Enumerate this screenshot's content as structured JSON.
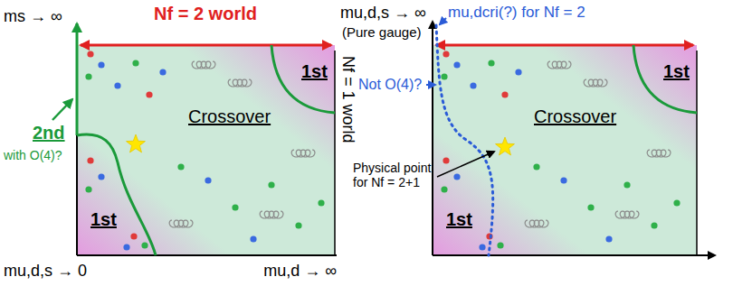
{
  "diagram": {
    "labels": [
      "Nf = 2 world",
      "ms → ∞",
      "mu,d,s → ∞",
      "(Pure gauge)",
      "Nf = 1 world",
      "2nd",
      "with O(4)?",
      "1st",
      "Crossover",
      "1st",
      "mu,d,s → 0",
      "mu,d → ∞",
      "mu,dcri(?) for Nf = 2",
      "Not O(4)?",
      "Physical point for Nf = 2+1",
      "1st",
      "Crossover",
      "1st"
    ]
  }
}
